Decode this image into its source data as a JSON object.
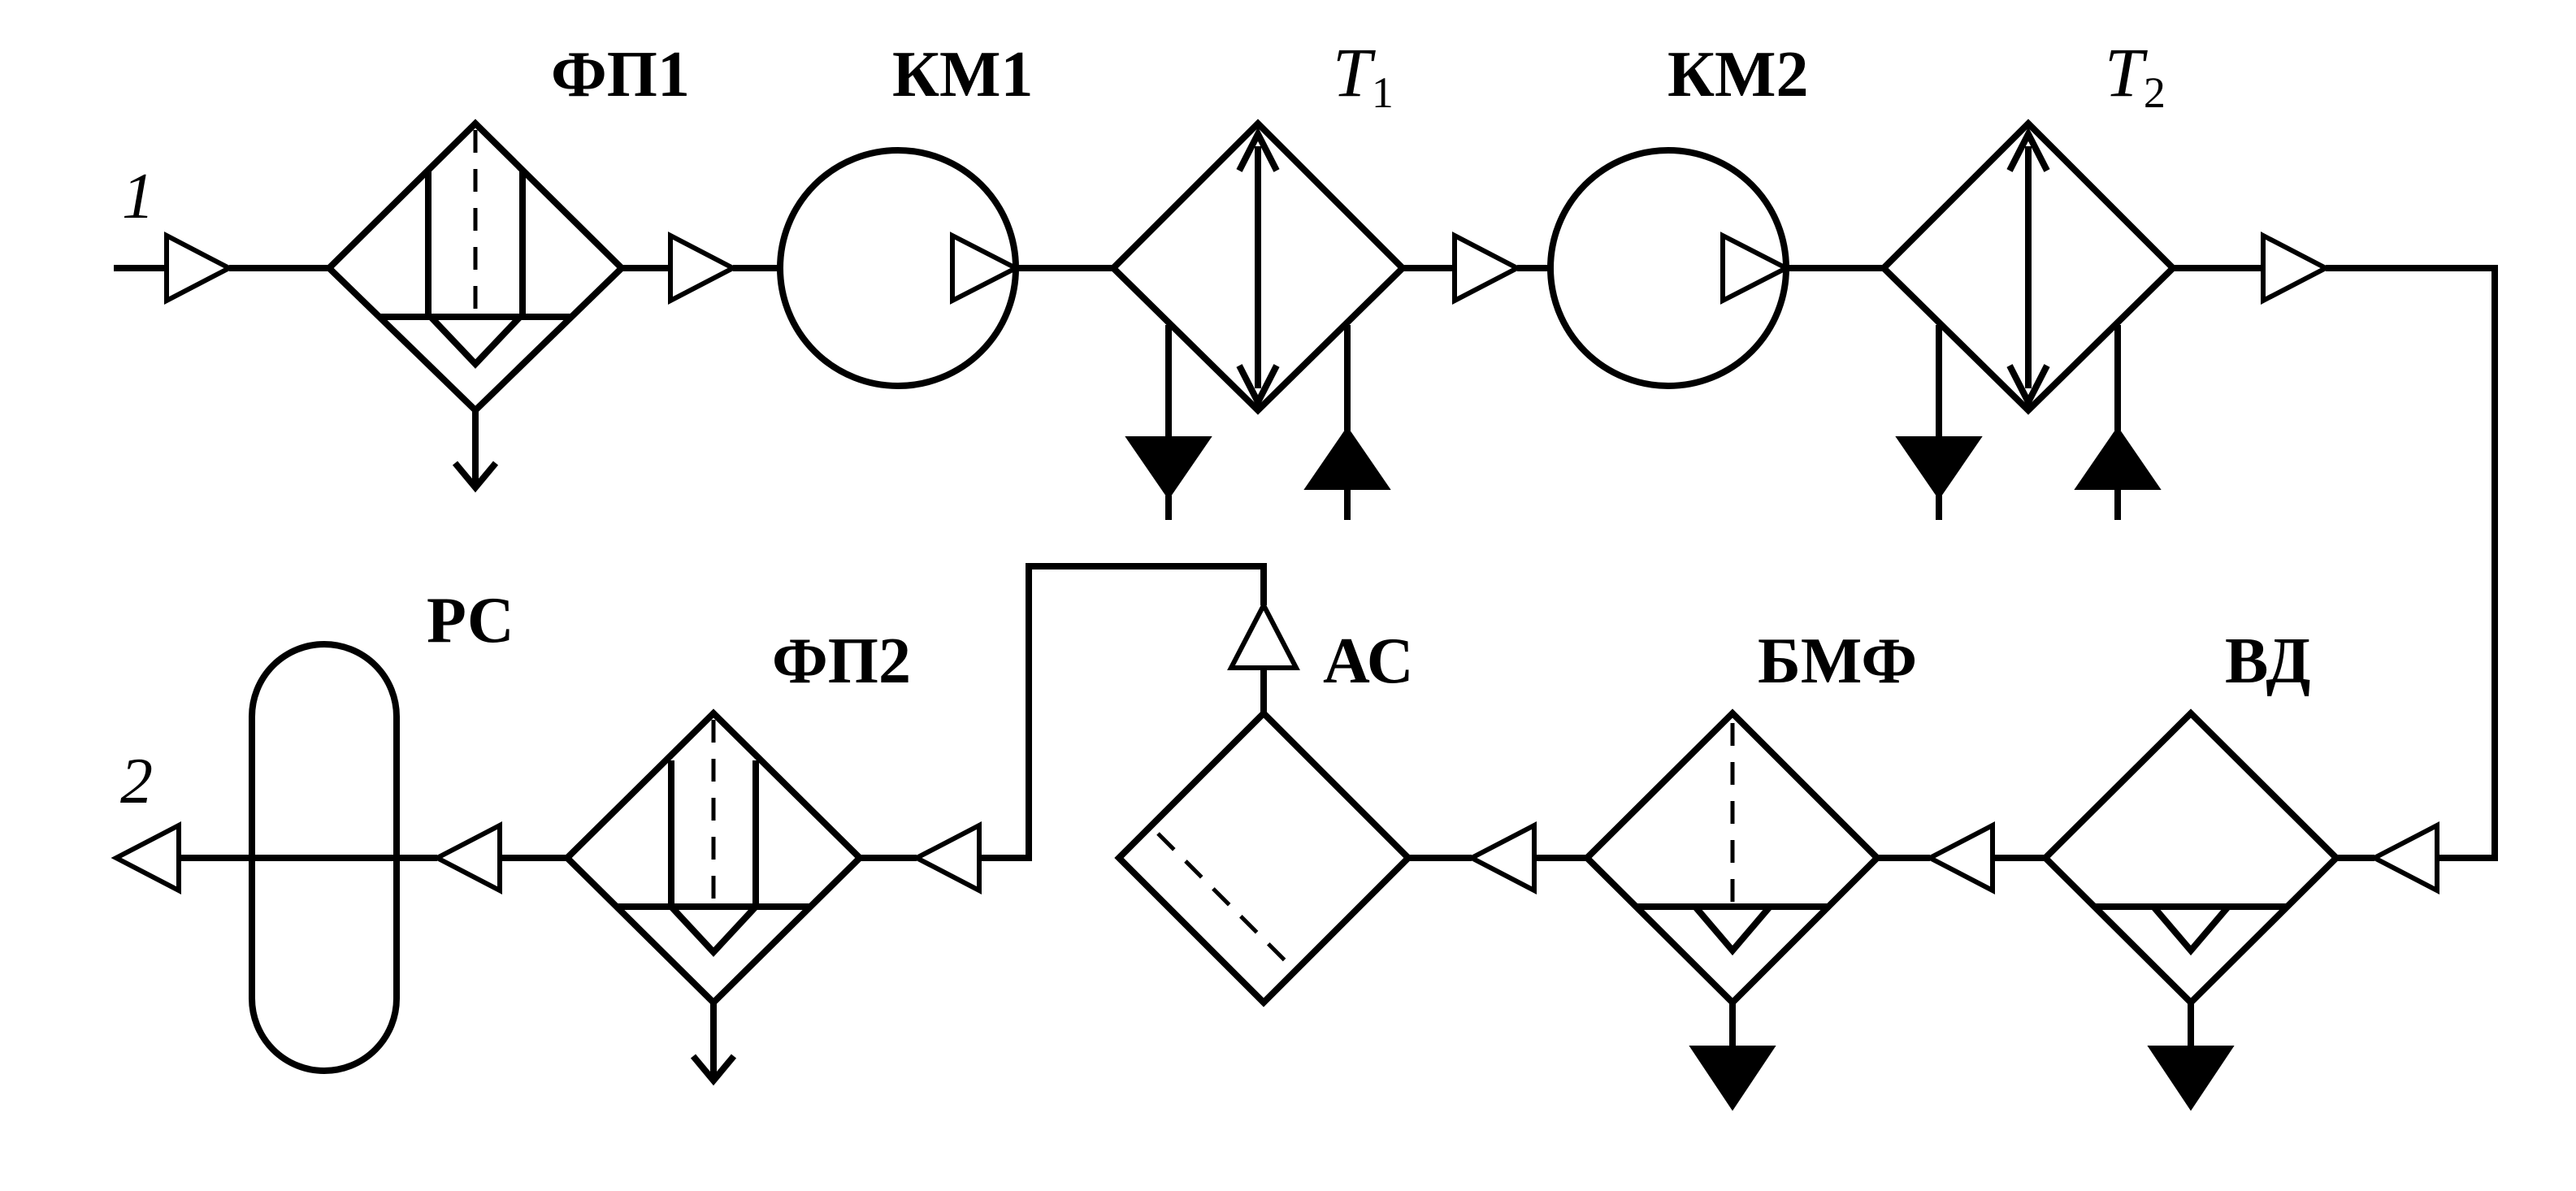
{
  "labels": {
    "fp1": "ФП1",
    "km1": "КМ1",
    "t1": "T",
    "t1_sub": "1",
    "km2": "КМ2",
    "t2": "T",
    "t2_sub": "2",
    "rs": "РС",
    "fp2": "ФП2",
    "as": "АС",
    "bmf": "БМФ",
    "vd": "ВД",
    "input": "1",
    "output": "2"
  }
}
